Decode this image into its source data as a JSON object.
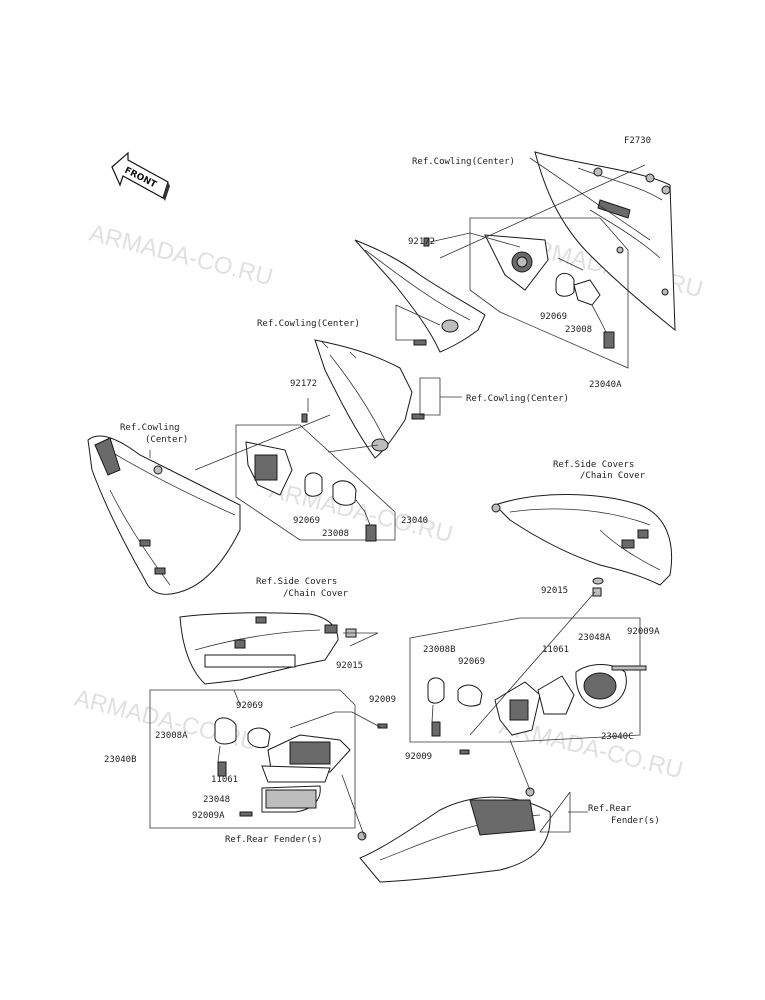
{
  "diagram": {
    "figure_code": "F2730",
    "front_label": "FRONT",
    "watermark": "ARMADA-CO.RU",
    "labels": {
      "ref_cowling_center_top": "Ref.Cowling(Center)",
      "ref_cowling_center_mid": "Ref.Cowling(Center)",
      "ref_cowling_center_right": "Ref.Cowling(Center)",
      "ref_cowling_left_1": "Ref.Cowling",
      "ref_cowling_left_2": "(Center)",
      "ref_side_covers_right_1": "Ref.Side Covers",
      "ref_side_covers_right_2": "/Chain Cover",
      "ref_side_covers_left_1": "Ref.Side Covers",
      "ref_side_covers_left_2": "/Chain Cover",
      "ref_rear_fender_left": "Ref.Rear Fender(s)",
      "ref_rear_fender_right_1": "Ref.Rear",
      "ref_rear_fender_right_2": "Fender(s)",
      "p92172_a": "92172",
      "p92172_b": "92172",
      "p92069_a": "92069",
      "p23008_a": "23008",
      "p23040A": "23040A",
      "p92069_b": "92069",
      "p23008_b": "23008",
      "p23040": "23040",
      "p92015_right": "92015",
      "p92015_left": "92015",
      "p23008B": "23008B",
      "p92069_c": "92069",
      "p11061_right": "11061",
      "p23048A": "23048A",
      "p92009A_right": "92009A",
      "p23040C": "23040C",
      "p92009_right": "92009",
      "p92009_left": "92009",
      "p92069_d": "92069",
      "p23008A": "23008A",
      "p23040B": "23040B",
      "p11061_left": "11061",
      "p23048": "23048",
      "p92009A_left": "92009A"
    }
  }
}
